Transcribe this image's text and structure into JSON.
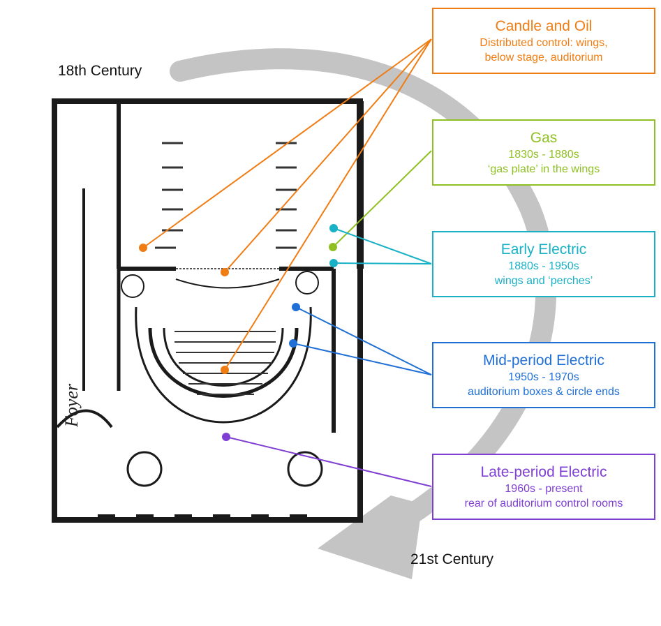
{
  "labels": {
    "start": "18th Century",
    "end": "21st Century",
    "foyer": "Foyer"
  },
  "boxes": {
    "candle": {
      "title": "Candle and Oil",
      "line1": "Distributed control: wings,",
      "line2": "below stage, auditorium",
      "color": "#f07d14"
    },
    "gas": {
      "title": "Gas",
      "line1": "1830s - 1880s",
      "line2": "‘gas plate’ in the wings",
      "color": "#8fbf22"
    },
    "early": {
      "title": "Early Electric",
      "line1": "1880s - 1950s",
      "line2": "wings and ‘perches’",
      "color": "#19b1c6"
    },
    "mid": {
      "title": "Mid-period Electric",
      "line1": "1950s - 1970s",
      "line2": "auditorium boxes & circle ends",
      "color": "#1f6fd6"
    },
    "late": {
      "title": "Late-period Electric",
      "line1": "1960s - present",
      "line2": "rear of auditorium control rooms",
      "color": "#7f3fd3"
    }
  },
  "arrow_color": "#c4c4c4"
}
